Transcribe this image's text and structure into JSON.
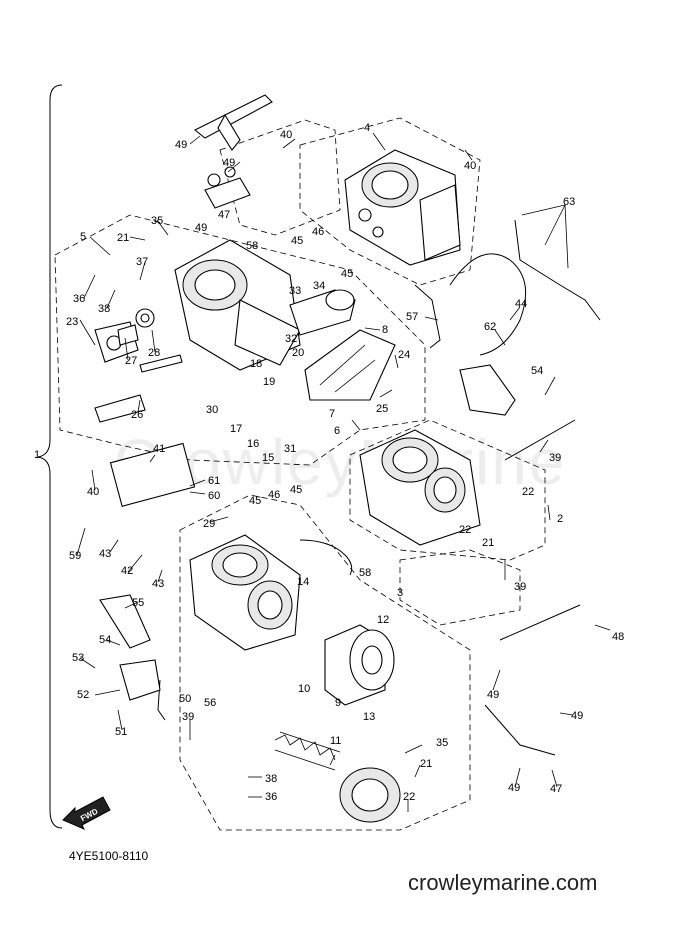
{
  "diagram": {
    "code": "4YE5100-8110",
    "site": "crowleymarine.com",
    "watermark": "CrowleyMarine",
    "fwd_label": "FWD",
    "callouts": [
      {
        "id": "c1",
        "label": "1"
      },
      {
        "id": "c2",
        "label": "2"
      },
      {
        "id": "c3",
        "label": "3"
      },
      {
        "id": "c4",
        "label": "4"
      },
      {
        "id": "c5",
        "label": "5"
      },
      {
        "id": "c6",
        "label": "6"
      },
      {
        "id": "c7",
        "label": "7"
      },
      {
        "id": "c8",
        "label": "8"
      },
      {
        "id": "c9",
        "label": "9"
      },
      {
        "id": "c10",
        "label": "10"
      },
      {
        "id": "c11",
        "label": "11"
      },
      {
        "id": "c12",
        "label": "12"
      },
      {
        "id": "c13",
        "label": "13"
      },
      {
        "id": "c14",
        "label": "14"
      },
      {
        "id": "c15",
        "label": "15"
      },
      {
        "id": "c16",
        "label": "16"
      },
      {
        "id": "c17",
        "label": "17"
      },
      {
        "id": "c18",
        "label": "18"
      },
      {
        "id": "c19",
        "label": "19"
      },
      {
        "id": "c20",
        "label": "20"
      },
      {
        "id": "c21a",
        "label": "21"
      },
      {
        "id": "c21b",
        "label": "21"
      },
      {
        "id": "c21c",
        "label": "21"
      },
      {
        "id": "c22a",
        "label": "22"
      },
      {
        "id": "c22b",
        "label": "22"
      },
      {
        "id": "c22c",
        "label": "22"
      },
      {
        "id": "c23",
        "label": "23"
      },
      {
        "id": "c24",
        "label": "24"
      },
      {
        "id": "c25",
        "label": "25"
      },
      {
        "id": "c26",
        "label": "26"
      },
      {
        "id": "c27",
        "label": "27"
      },
      {
        "id": "c28",
        "label": "28"
      },
      {
        "id": "c29",
        "label": "29"
      },
      {
        "id": "c30",
        "label": "30"
      },
      {
        "id": "c31",
        "label": "31"
      },
      {
        "id": "c32",
        "label": "32"
      },
      {
        "id": "c33",
        "label": "33"
      },
      {
        "id": "c34",
        "label": "34"
      },
      {
        "id": "c35a",
        "label": "35"
      },
      {
        "id": "c35b",
        "label": "35"
      },
      {
        "id": "c36a",
        "label": "36"
      },
      {
        "id": "c36b",
        "label": "36"
      },
      {
        "id": "c37",
        "label": "37"
      },
      {
        "id": "c38a",
        "label": "38"
      },
      {
        "id": "c38b",
        "label": "38"
      },
      {
        "id": "c39a",
        "label": "39"
      },
      {
        "id": "c39b",
        "label": "39"
      },
      {
        "id": "c39c",
        "label": "39"
      },
      {
        "id": "c40a",
        "label": "40"
      },
      {
        "id": "c40b",
        "label": "40"
      },
      {
        "id": "c40c",
        "label": "40"
      },
      {
        "id": "c41",
        "label": "41"
      },
      {
        "id": "c42",
        "label": "42"
      },
      {
        "id": "c43a",
        "label": "43"
      },
      {
        "id": "c43b",
        "label": "43"
      },
      {
        "id": "c44",
        "label": "44"
      },
      {
        "id": "c45a",
        "label": "45"
      },
      {
        "id": "c45b",
        "label": "45"
      },
      {
        "id": "c45c",
        "label": "45"
      },
      {
        "id": "c45d",
        "label": "45"
      },
      {
        "id": "c46a",
        "label": "46"
      },
      {
        "id": "c46b",
        "label": "46"
      },
      {
        "id": "c47a",
        "label": "47"
      },
      {
        "id": "c47b",
        "label": "47"
      },
      {
        "id": "c48",
        "label": "48"
      },
      {
        "id": "c49a",
        "label": "49"
      },
      {
        "id": "c49b",
        "label": "49"
      },
      {
        "id": "c49c",
        "label": "49"
      },
      {
        "id": "c49d",
        "label": "49"
      },
      {
        "id": "c49e",
        "label": "49"
      },
      {
        "id": "c49f",
        "label": "49"
      },
      {
        "id": "c50",
        "label": "50"
      },
      {
        "id": "c51",
        "label": "51"
      },
      {
        "id": "c52",
        "label": "52"
      },
      {
        "id": "c53",
        "label": "53"
      },
      {
        "id": "c54a",
        "label": "54"
      },
      {
        "id": "c54b",
        "label": "54"
      },
      {
        "id": "c55",
        "label": "55"
      },
      {
        "id": "c56",
        "label": "56"
      },
      {
        "id": "c57",
        "label": "57"
      },
      {
        "id": "c58a",
        "label": "58"
      },
      {
        "id": "c58b",
        "label": "58"
      },
      {
        "id": "c59",
        "label": "59"
      },
      {
        "id": "c60",
        "label": "60"
      },
      {
        "id": "c61",
        "label": "61"
      },
      {
        "id": "c62",
        "label": "62"
      },
      {
        "id": "c63",
        "label": "63"
      }
    ]
  }
}
